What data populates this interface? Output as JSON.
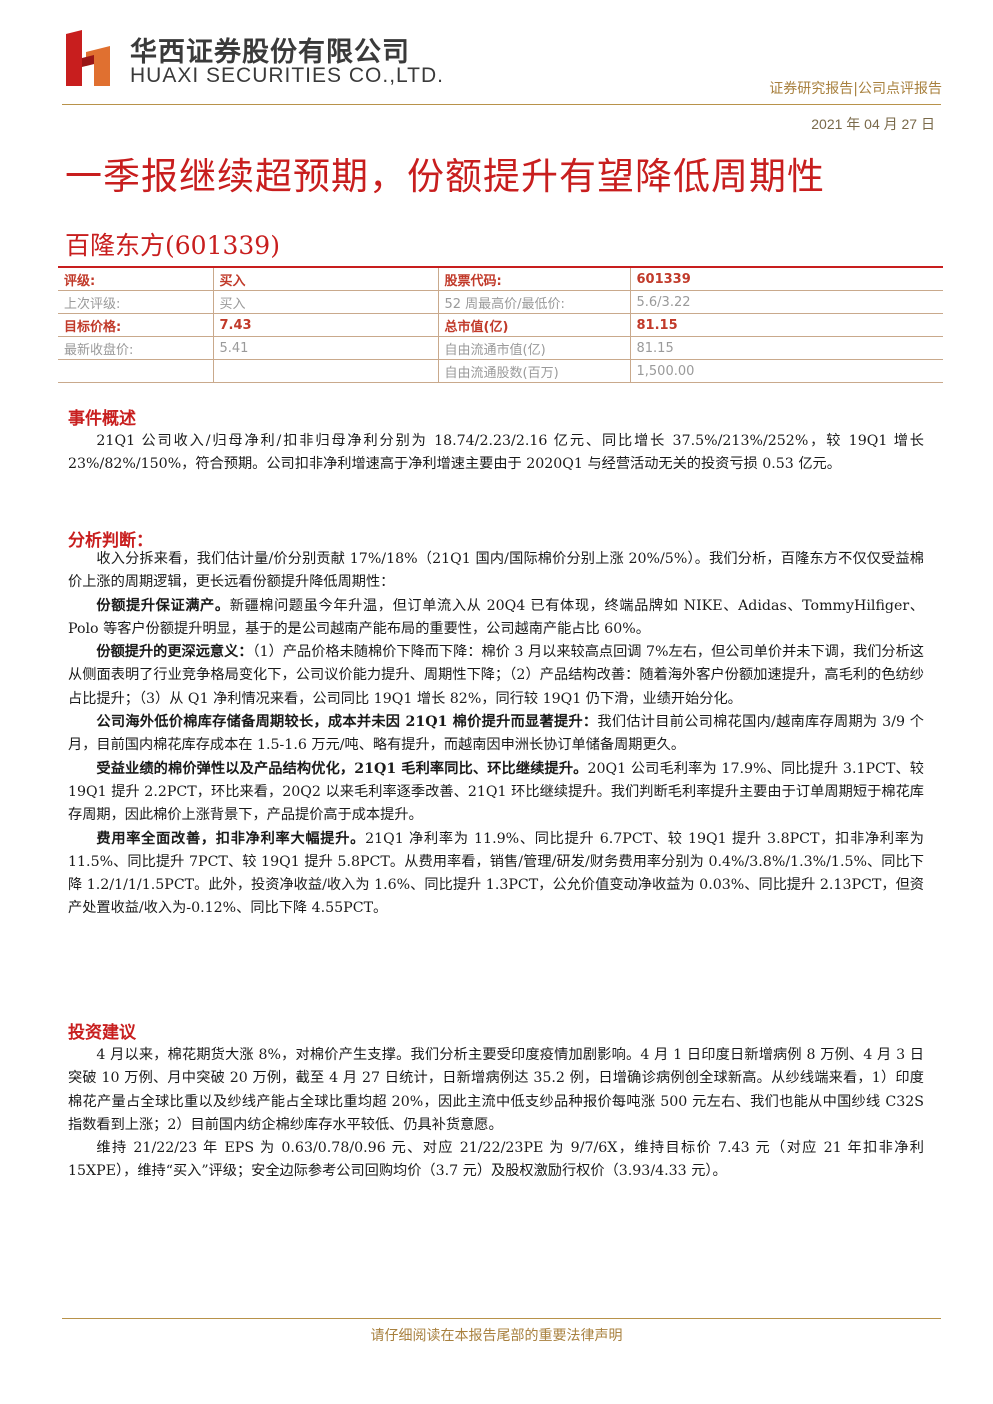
{
  "header": {
    "brand_cn": "华西证券股份有限公司",
    "brand_en": "HUAXI SECURITIES CO.,LTD.",
    "report_type": "证券研究报告|公司点评报告",
    "date": "2021 年 04 月 27 日",
    "brand_color": "#c81e1e"
  },
  "title": "一季报继续超预期，份额提升有望降低周期性",
  "company": "百隆东方(601339)",
  "info_table": [
    {
      "k1": "评级:",
      "v1": "买入",
      "k2": "股票代码:",
      "v2": "601339"
    },
    {
      "k1": "上次评级:",
      "v1": "买入",
      "k2": "52 周最高价/最低价:",
      "v2": "5.6/3.22"
    },
    {
      "k1": "目标价格:",
      "v1": "7.43",
      "k2": "总市值(亿)",
      "v2": "81.15"
    },
    {
      "k1": "最新收盘价:",
      "v1": "5.41",
      "k2": "自由流通市值(亿)",
      "v2": "81.15"
    },
    {
      "k1": "",
      "v1": "",
      "k2": "自由流通股数(百万)",
      "v2": "1,500.00"
    }
  ],
  "sections": {
    "event": {
      "title": "事件概述",
      "p1": "21Q1 公司收入/归母净利/扣非归母净利分别为 18.74/2.23/2.16 亿元、同比增长 37.5%/213%/252%，较 19Q1 增长 23%/82%/150%，符合预期。公司扣非净利增速高于净利增速主要由于 2020Q1 与经营活动无关的投资亏损 0.53 亿元。"
    },
    "analysis": {
      "title": "分析判断：",
      "p1": "收入分拆来看，我们估计量/价分别贡献 17%/18%（21Q1 国内/国际棉价分别上涨 20%/5%）。我们分析，百隆东方不仅仅受益棉价上涨的周期逻辑，更长远看份额提升降低周期性：",
      "p2_lead": "份额提升保证满产。",
      "p2": "新疆棉问题虽今年升温，但订单流入从 20Q4 已有体现，终端品牌如 NIKE、Adidas、TommyHilfiger、Polo 等客户份额提升明显，基于的是公司越南产能布局的重要性，公司越南产能占比 60%。",
      "p3_lead": "份额提升的更深远意义：",
      "p3": "（1）产品价格未随棉价下降而下降：棉价 3 月以来较高点回调 7%左右，但公司单价并未下调，我们分析这从侧面表明了行业竞争格局变化下，公司议价能力提升、周期性下降；（2）产品结构改善：随着海外客户份额加速提升，高毛利的色纺纱占比提升；（3）从 Q1 净利情况来看，公司同比 19Q1 增长 82%，同行较 19Q1 仍下滑，业绩开始分化。",
      "p4_lead": "公司海外低价棉库存储备周期较长，成本并未因 21Q1 棉价提升而显著提升：",
      "p4": "我们估计目前公司棉花国内/越南库存周期为 3/9 个月，目前国内棉花库存成本在 1.5-1.6 万元/吨、略有提升，而越南因申洲长协订单储备周期更久。",
      "p5_lead": "受益业绩的棉价弹性以及产品结构优化，21Q1 毛利率同比、环比继续提升。",
      "p5": "20Q1 公司毛利率为 17.9%、同比提升 3.1PCT、较 19Q1 提升 2.2PCT，环比来看，20Q2 以来毛利率逐季改善、21Q1 环比继续提升。我们判断毛利率提升主要由于订单周期短于棉花库存周期，因此棉价上涨背景下，产品提价高于成本提升。",
      "p6_lead": "费用率全面改善，扣非净利率大幅提升。",
      "p6": "21Q1 净利率为 11.9%、同比提升 6.7PCT、较 19Q1 提升 3.8PCT，扣非净利率为 11.5%、同比提升 7PCT、较 19Q1 提升 5.8PCT。从费用率看，销售/管理/研发/财务费用率分别为 0.4%/3.8%/1.3%/1.5%、同比下降 1.2/1/1/1.5PCT。此外，投资净收益/收入为 1.6%、同比提升 1.3PCT，公允价值变动净收益为 0.03%、同比提升 2.13PCT，但资产处置收益/收入为-0.12%、同比下降 4.55PCT。"
    },
    "advice": {
      "title": "投资建议",
      "p1": "4 月以来，棉花期货大涨 8%，对棉价产生支撑。我们分析主要受印度疫情加剧影响。4 月 1 日印度日新增病例 8 万例、4 月 3 日突破 10 万例、月中突破 20 万例，截至 4 月 27 日统计，日新增病例达 35.2 例，日增确诊病例创全球新高。从纱线端来看，1）印度棉花产量占全球比重以及纱线产能占全球比重均超 20%，因此主流中低支纱品种报价每吨涨 500 元左右、我们也能从中国纱线 C32S 指数看到上涨；2）目前国内纺企棉纱库存水平较低、仍具补货意愿。",
      "p2": "维持 21/22/23 年 EPS 为 0.63/0.78/0.96 元、对应 21/22/23PE 为 9/7/6X，维持目标价 7.43 元（对应 21 年扣非净利 15XPE），维持“买入”评级；安全边际参考公司回购均价（3.7 元）及股权激励行权价（3.93/4.33 元）。"
    }
  },
  "footer": "请仔细阅读在本报告尾部的重要法律声明"
}
